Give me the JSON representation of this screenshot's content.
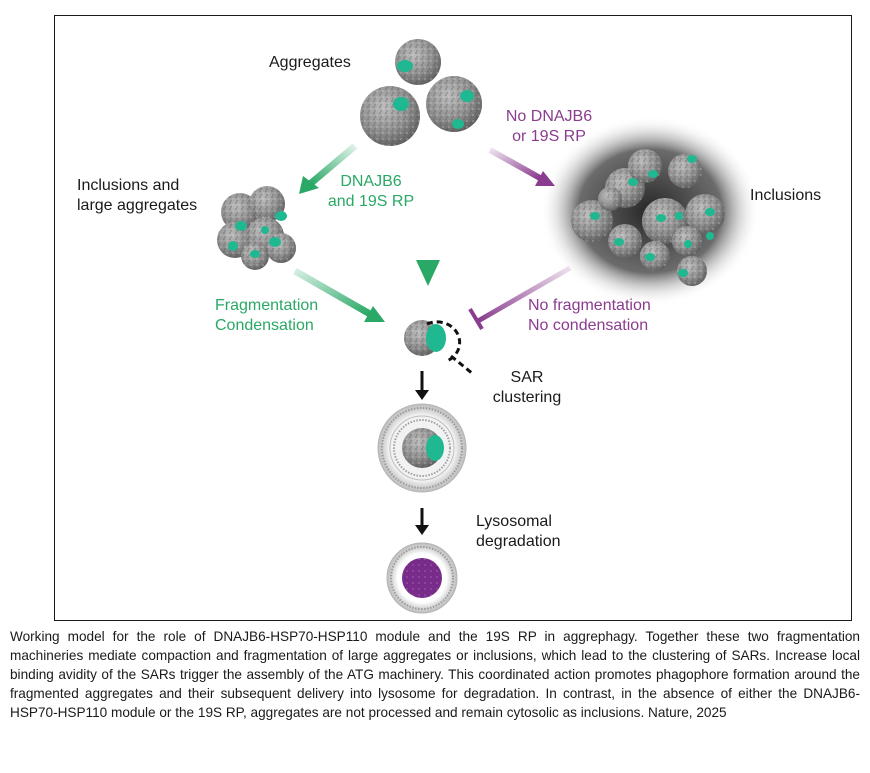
{
  "diagram": {
    "aggregates_label": "Aggregates",
    "inclusions_large_label_1": "Inclusions and",
    "inclusions_large_label_2": "large aggregates",
    "dnajb6_label_1": "DNAJB6",
    "dnajb6_label_2": "and 19S RP",
    "no_dnajb6_label_1": "No DNAJB6",
    "no_dnajb6_label_2": "or 19S RP",
    "inclusions_label": "Inclusions",
    "fragmentation_label_1": "Fragmentation",
    "fragmentation_label_2": "Condensation",
    "no_fragmentation_label_1": "No fragmentation",
    "no_fragmentation_label_2": "No condensation",
    "sar_label_1": "SAR",
    "sar_label_2": "clustering",
    "lysosomal_label_1": "Lysosomal",
    "lysosomal_label_2": "degradation"
  },
  "caption": "Working model for the role of DNAJB6-HSP70-HSP110 module and the 19S RP in aggrephagy. Together these two fragmentation machineries mediate compaction and fragmentation of large aggregates or inclusions, which lead to the clustering of SARs. Increase local binding avidity of the SARs trigger the assembly of the ATG machinery. This coordinated action promotes phagophore formation around the fragmented aggregates and their subsequent delivery into lysosome for degradation. In contrast, in the absence of either the DNAJB6-HSP70-HSP110 module or the 19S RP, aggregates are not processed and remain cytosolic as inclusions. Nature, 2025",
  "colors": {
    "green": "#2aa866",
    "teal_marker": "#1fb890",
    "purple": "#8a3c8e",
    "aggregate_gray": "#8c8c8c",
    "lysosome_content": "#7a2a8c"
  },
  "icons": [
    "aggregate-cluster",
    "inclusion-cluster",
    "sar-cluster",
    "phagophore",
    "lysosome"
  ]
}
